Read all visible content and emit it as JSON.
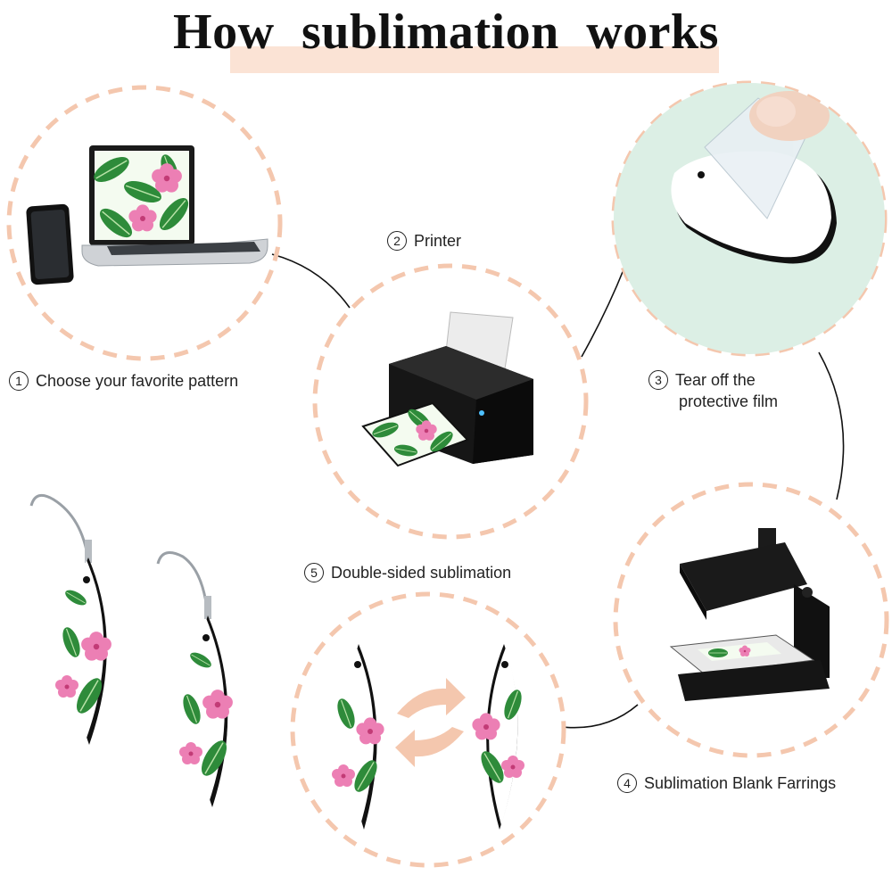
{
  "title": "How sublimation works",
  "steps": [
    {
      "num": "1",
      "text": "Choose your favorite pattern"
    },
    {
      "num": "2",
      "text": "Printer"
    },
    {
      "num": "3",
      "text_line1": "Tear off the",
      "text_line2": "protective film"
    },
    {
      "num": "4",
      "text": "Sublimation Blank Farrings"
    },
    {
      "num": "5",
      "text": "Double-sided sublimation"
    }
  ],
  "colors": {
    "dash_ring": "#f4c7ae",
    "title_band": "#fbe3d5",
    "leaf_green": "#2e8b3a",
    "flower_pink": "#ec7fb4",
    "film_bg": "#dcefe5"
  },
  "icons": [
    "laptop-icon",
    "phone-icon",
    "printer-icon",
    "heat-press-icon",
    "earring-icon",
    "swap-arrows-icon"
  ]
}
